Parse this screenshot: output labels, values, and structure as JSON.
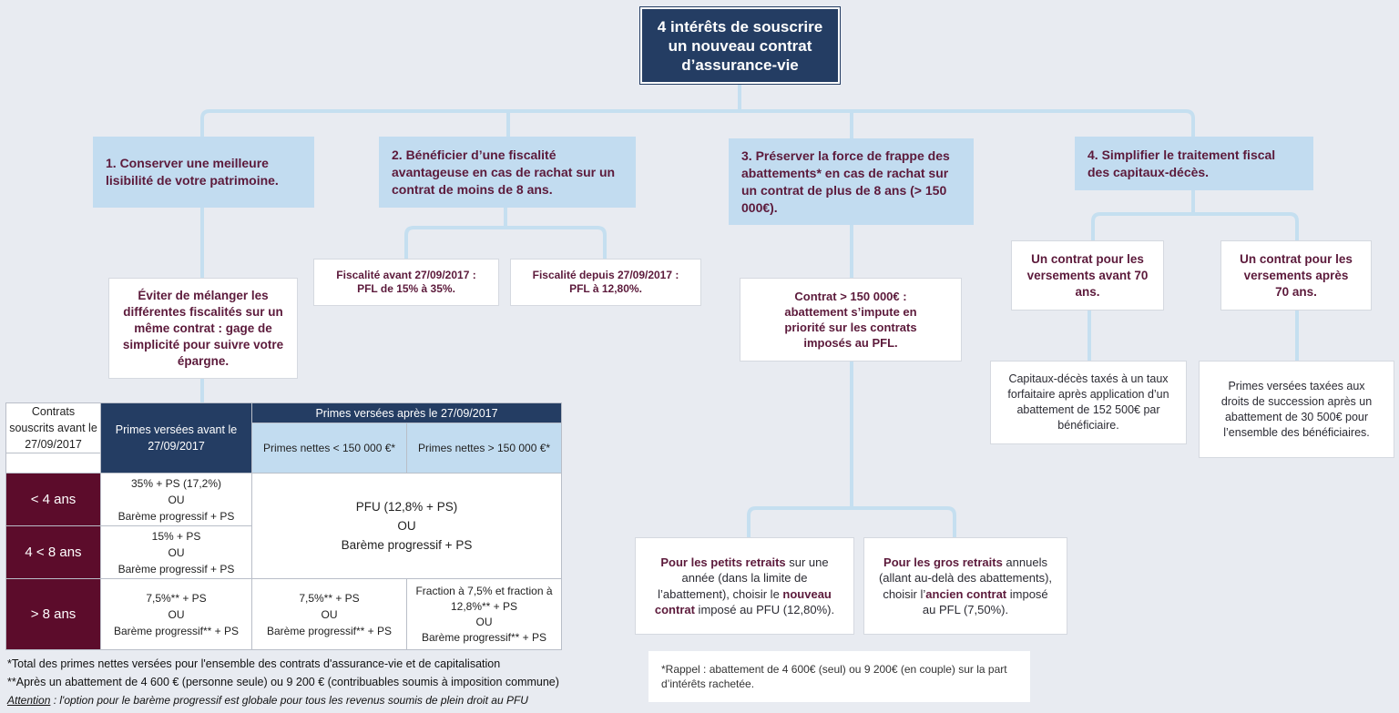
{
  "root": {
    "line1": "4 intérêts de souscrire",
    "line2": "un nouveau contrat",
    "line3": "d’assurance-vie"
  },
  "themes": {
    "t1": "1. Conserver une meilleure lisibilité de votre patrimoine.",
    "t2": "2. Bénéficier d’une fiscalité avantageuse en cas de rachat sur un contrat de moins de 8 ans.",
    "t3": "3. Préserver la force de frappe des abattements* en cas de rachat sur un contrat de plus de 8 ans (> 150 000€).",
    "t4": "4. Simplifier le traitement fiscal des capitaux-décès."
  },
  "t1_child": "Éviter de mélanger les différentes fiscalités sur un même contrat : gage de simplicité pour suivre votre épargne.",
  "t2_children": {
    "left": {
      "l1": "Fiscalité avant 27/09/2017 :",
      "l2": "PFL de 15% à 35%."
    },
    "right": {
      "l1": "Fiscalité depuis 27/09/2017 :",
      "l2": "PFL à 12,80%."
    }
  },
  "t3_child": "Contrat > 150 000€ : abattement s’impute en priorité sur les contrats imposés au PFL.",
  "t3_leaves": {
    "left": {
      "b1": "Pour les petits retraits",
      "t1": " sur une année (dans la limite de l’abattement), choisir le ",
      "b2": "nouveau contrat",
      "t2": " imposé au PFU (12,80%)."
    },
    "right": {
      "b1": "Pour les gros retraits",
      "t1": " annuels (allant au-delà des abattements), choisir l’",
      "b2": "ancien contrat",
      "t2": " imposé au PFL (7,50%)."
    }
  },
  "t4_children": {
    "left": "Un contrat pour les versements avant 70 ans.",
    "right": "Un contrat pour les versements après 70 ans."
  },
  "t4_leaves": {
    "left": "Capitaux-décès taxés à un taux forfaitaire après application d’un abattement de 152 500€ par bénéficiaire.",
    "right": "Primes versées taxées aux droits de succession après un abattement de 30 500€ pour l’ensemble des bénéficiaires."
  },
  "table": {
    "h_contrats": "Contrats souscrits avant le 27/09/2017",
    "h_avant": "Primes versées avant le 27/09/2017",
    "h_apres": "Primes versées après le 27/09/2017",
    "h_lt": "Primes nettes < 150 000 €*",
    "h_gt": "Primes nettes > 150 000 €*",
    "rows": [
      {
        "label": "< 4 ans",
        "a1": "35% + PS (17,2%)",
        "a2": "OU",
        "a3": "Barème progressif + PS"
      },
      {
        "label": "4 < 8 ans",
        "a1": "15% + PS",
        "a2": "OU",
        "a3": "Barème progressif + PS"
      },
      {
        "label": "> 8 ans",
        "a1": "7,5%** + PS",
        "a2": "OU",
        "a3": "Barème progressif** + PS"
      }
    ],
    "pfu": {
      "l1": "PFU (12,8% + PS)",
      "l2": "OU",
      "l3": "Barème progressif + PS"
    },
    "r3_lt": {
      "l1": "7,5%** + PS",
      "l2": "OU",
      "l3": "Barème progressif** +  PS"
    },
    "r3_gt": {
      "l1": "Fraction à 7,5% et fraction à",
      "l2": "12,8%** + PS",
      "l3": "OU",
      "l4": "Barème progressif** + PS"
    }
  },
  "notes": {
    "n1": "*Total des primes nettes versées pour l'ensemble des contrats d'assurance-vie et de capitalisation",
    "n2": "**Après un abattement de 4 600 € (personne seule) ou 9 200 € (contribuables soumis à imposition commune)",
    "n3_u": "Attention",
    "n3": " : l'option pour le barème progressif est globale pour tous les revenus soumis de plein droit au PFU"
  },
  "rappel": "*Rappel : abattement de 4 600€ (seul) ou 9 200€ (en couple) sur la part d’intérêts rachetée.",
  "colors": {
    "navy": "#243d63",
    "light_blue": "#c2dcf0",
    "burgundy": "#5c1a3b",
    "row_burgundy": "#5c0c2b",
    "connector": "#c5dff0"
  }
}
